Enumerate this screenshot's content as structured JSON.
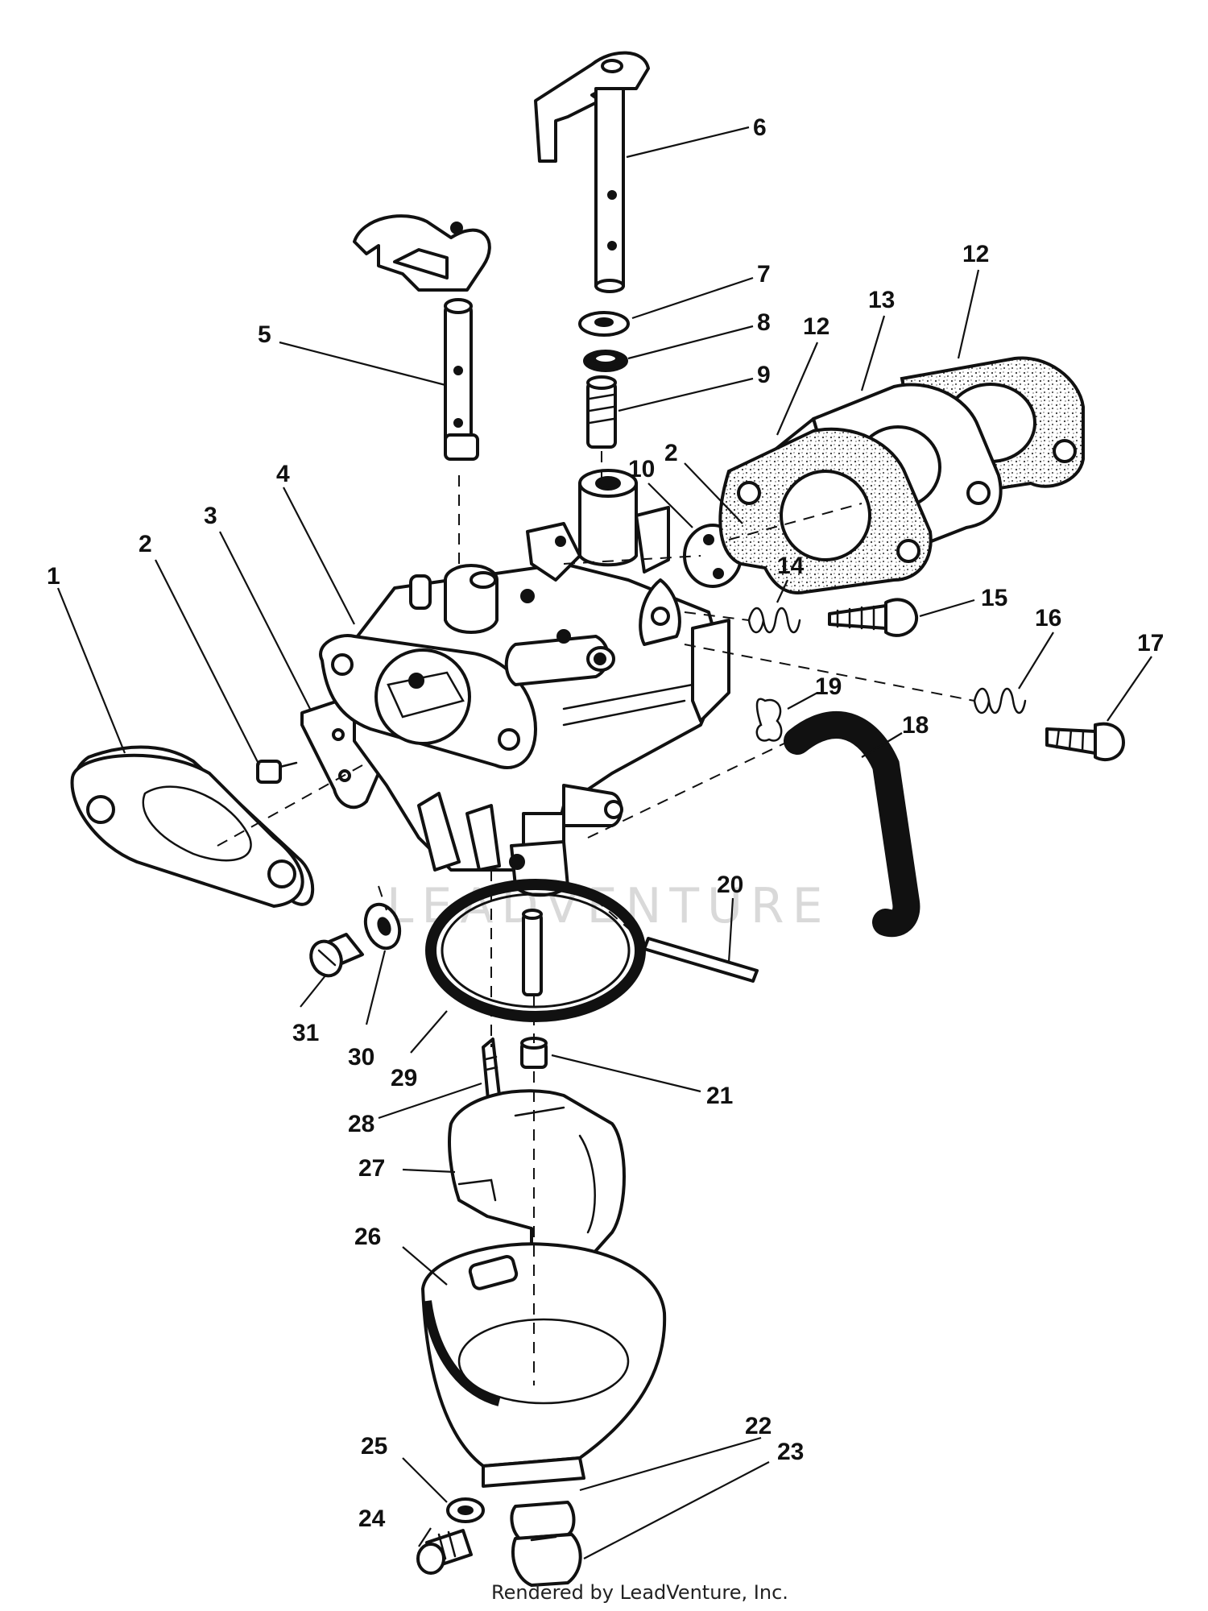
{
  "diagram": {
    "callouts": [
      {
        "id": "c1",
        "text": "1"
      },
      {
        "id": "c2a",
        "text": "2"
      },
      {
        "id": "c2b",
        "text": "2"
      },
      {
        "id": "c3",
        "text": "3"
      },
      {
        "id": "c4",
        "text": "4"
      },
      {
        "id": "c5",
        "text": "5"
      },
      {
        "id": "c6",
        "text": "6"
      },
      {
        "id": "c7",
        "text": "7"
      },
      {
        "id": "c8",
        "text": "8"
      },
      {
        "id": "c9",
        "text": "9"
      },
      {
        "id": "c10",
        "text": "10"
      },
      {
        "id": "c12a",
        "text": "12"
      },
      {
        "id": "c12b",
        "text": "12"
      },
      {
        "id": "c13",
        "text": "13"
      },
      {
        "id": "c14",
        "text": "14"
      },
      {
        "id": "c15",
        "text": "15"
      },
      {
        "id": "c16",
        "text": "16"
      },
      {
        "id": "c17",
        "text": "17"
      },
      {
        "id": "c18",
        "text": "18"
      },
      {
        "id": "c19",
        "text": "19"
      },
      {
        "id": "c20",
        "text": "20"
      },
      {
        "id": "c21",
        "text": "21"
      },
      {
        "id": "c22",
        "text": "22"
      },
      {
        "id": "c23",
        "text": "23"
      },
      {
        "id": "c24",
        "text": "24"
      },
      {
        "id": "c25",
        "text": "25"
      },
      {
        "id": "c26",
        "text": "26"
      },
      {
        "id": "c27",
        "text": "27"
      },
      {
        "id": "c28",
        "text": "28"
      },
      {
        "id": "c29",
        "text": "29"
      },
      {
        "id": "c30",
        "text": "30"
      },
      {
        "id": "c31",
        "text": "31"
      }
    ],
    "watermark": "LEADVENTURE",
    "footer": "Rendered by LeadVenture, Inc."
  }
}
